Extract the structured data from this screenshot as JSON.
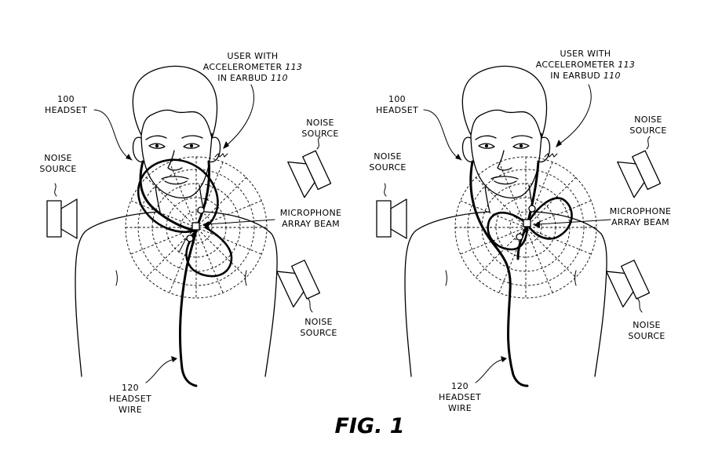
{
  "figure": {
    "caption": "FIG. 1",
    "panels": [
      {
        "user_label": {
          "line1": "USER WITH",
          "line2_text": "ACCELEROMETER ",
          "line2_ref": "113",
          "line3_text": "IN EARBUD ",
          "line3_ref": "110"
        },
        "headset_label": {
          "number": "100",
          "text": "HEADSET"
        },
        "noise_left": {
          "line1": "NOISE",
          "line2": "SOURCE"
        },
        "noise_top_right": {
          "line1": "NOISE",
          "line2": "SOURCE"
        },
        "noise_bottom_right": {
          "line1": "NOISE",
          "line2": "SOURCE"
        },
        "beam_label": {
          "line1": "MICROPHONE",
          "line2": "ARRAY BEAM"
        },
        "wire_label": {
          "number": "120",
          "line1": "HEADSET",
          "line2": "WIRE"
        },
        "beam_pattern": "wide"
      },
      {
        "user_label": {
          "line1": "USER WITH",
          "line2_text": "ACCELEROMETER ",
          "line2_ref": "113",
          "line3_text": "IN EARBUD ",
          "line3_ref": "110"
        },
        "headset_label": {
          "number": "100",
          "text": "HEADSET"
        },
        "noise_left": {
          "line1": "NOISE",
          "line2": "SOURCE"
        },
        "noise_top_right": {
          "line1": "NOISE",
          "line2": "SOURCE"
        },
        "noise_bottom_right": {
          "line1": "NOISE",
          "line2": "SOURCE"
        },
        "beam_label": {
          "line1": "MICROPHONE",
          "line2": "ARRAY BEAM"
        },
        "wire_label": {
          "number": "120",
          "line1": "HEADSET",
          "line2": "WIRE"
        },
        "beam_pattern": "narrow"
      }
    ]
  }
}
